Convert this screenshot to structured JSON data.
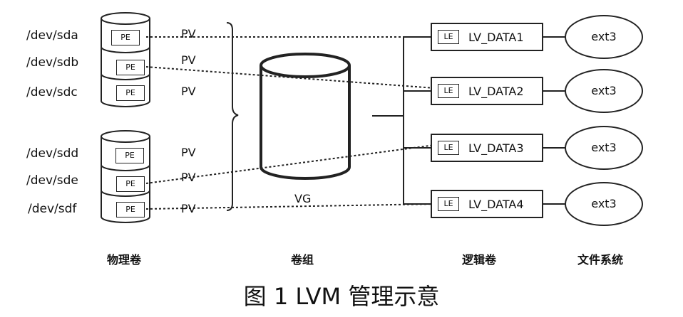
{
  "physical_volumes": {
    "devices": [
      "/dev/sda",
      "/dev/sdb",
      "/dev/sdc",
      "/dev/sdd",
      "/dev/sde",
      "/dev/sdf"
    ],
    "pv_label": "PV",
    "pe_label": "PE"
  },
  "volume_group": {
    "label": "VG"
  },
  "logical_volumes": {
    "le_label": "LE",
    "names": [
      "LV_DATA1",
      "LV_DATA2",
      "LV_DATA3",
      "LV_DATA4"
    ]
  },
  "filesystems": [
    "ext3",
    "ext3",
    "ext3",
    "ext3"
  ],
  "columns": {
    "physical": "物理卷",
    "vg": "卷组",
    "logical": "逻辑卷",
    "fs": "文件系统"
  },
  "caption": "图 1  LVM 管理示意"
}
